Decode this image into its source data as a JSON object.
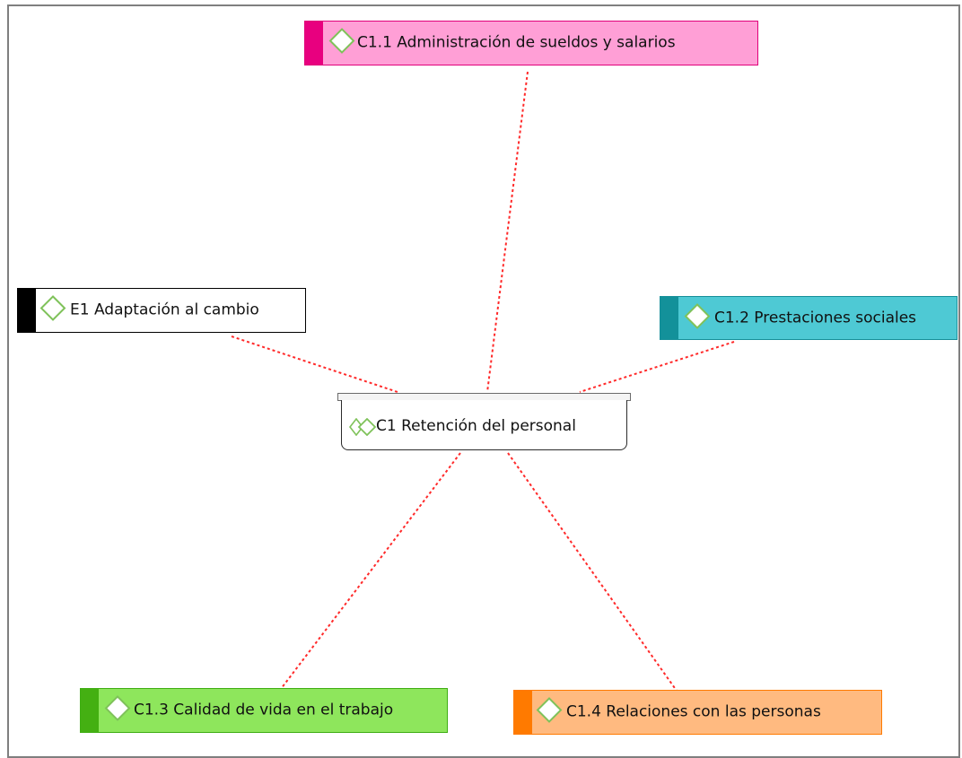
{
  "diagram": {
    "center": {
      "label": "C1 Retención del personal",
      "icon": "double-diamond-icon"
    },
    "nodes": [
      {
        "id": "c11",
        "label": "C1.1 Administración de sueldos y salarios",
        "icon": "diamond-icon",
        "fill": "#ff9fd6",
        "border": "#e0007a",
        "accent": "#e8007f"
      },
      {
        "id": "e1",
        "label": "E1 Adaptación al cambio",
        "icon": "diamond-icon",
        "fill": "#ffffff",
        "border": "#000000",
        "accent": "#000000"
      },
      {
        "id": "c12",
        "label": "C1.2 Prestaciones sociales",
        "icon": "diamond-icon",
        "fill": "#4ec9d4",
        "border": "#168f99",
        "accent": "#13919a"
      },
      {
        "id": "c13",
        "label": "C1.3 Calidad de vida en el trabajo",
        "icon": "diamond-icon",
        "fill": "#8ee65c",
        "border": "#3fae13",
        "accent": "#44b012"
      },
      {
        "id": "c14",
        "label": "C1.4  Relaciones con las personas",
        "icon": "diamond-icon",
        "fill": "#ffba80",
        "border": "#ff7a00",
        "accent": "#ff7a00"
      }
    ],
    "link_color": "#ff2a2a",
    "icon_color": "#7fc25a"
  }
}
